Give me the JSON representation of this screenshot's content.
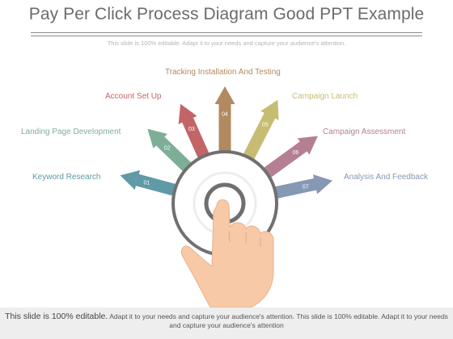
{
  "header": {
    "title": "Pay Per Click Process Diagram Good PPT Example",
    "subtitle": "This slide is 100% editable. Adapt it to your needs and capture your audience's attention."
  },
  "steps": [
    {
      "number": "01",
      "label": "Keyword Research",
      "color": "#5f9aa6"
    },
    {
      "number": "02",
      "label": "Landing Page Development",
      "color": "#7fae97"
    },
    {
      "number": "03",
      "label": "Account Set Up",
      "color": "#c36566"
    },
    {
      "number": "04",
      "label": "Tracking Installation And Testing",
      "color": "#b18a5f"
    },
    {
      "number": "05",
      "label": "Campaign Launch",
      "color": "#c6bd73"
    },
    {
      "number": "06",
      "label": "Campaign Assessment",
      "color": "#b57f93"
    },
    {
      "number": "07",
      "label": "Analysis And Feedback",
      "color": "#8598b4"
    }
  ],
  "footer": {
    "lead": "This slide is 100% editable.",
    "text": "Adapt it to your needs and capture your audience's attention. This slide is 100% editable. Adapt it to your needs and capture your audience's attention"
  }
}
